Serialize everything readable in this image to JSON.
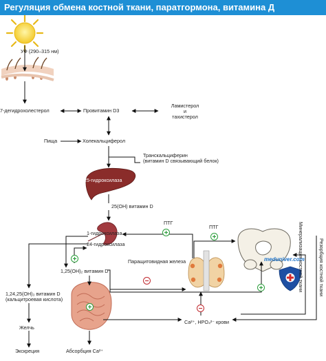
{
  "title": "Регуляция обмена костной ткани, паратгормона, витамина Д",
  "labels": {
    "uv": "УФ (290–315 нм)",
    "dehydro": "7-дегидрохолестерол",
    "provitamin": "Провитамин D3",
    "lumisterol": "Ламистерол",
    "and": "и",
    "tachysterol": "тахистерол",
    "food": "Пища",
    "cholecalciferol": "Холекальциферол",
    "transcalciferin": "Транскальциферин",
    "transcalciferin_note": "(витамин D связывающий белок)",
    "hydroxylase25": "25-гидроксилаза",
    "vitd25": "25(OH) витамин D",
    "hydroxylase1": "1-гидроксилаза",
    "hydroxylase24": "24-гидроксилаза",
    "vitd125": "1,25(OH)₂ витамин D",
    "vitd1_24_25": "1,24,25(OH)₃ витамин D",
    "calcitroic": "(кальцитроевая кислота)",
    "bile": "Желчь",
    "excretion": "Экскреция",
    "absorption": "Абсорбция Ca²⁺",
    "parathyroid": "Паращитовидная железа",
    "pth1": "ПТГ",
    "pth2": "ПТГ",
    "blood": "Ca²⁺, HPO₄²⁻ крови",
    "mineralization": "Минерализация костной ткани",
    "resorption": "Резорбция костной ткани",
    "watermark": "meduniver.com"
  },
  "signs": {
    "plus": "+",
    "minus": "−"
  },
  "colors": {
    "banner": "#1e8fd5",
    "liver": "#8a2c2a",
    "kidney": "#a13a3f",
    "sun": "#f6d743",
    "plus": "#2a9d3a",
    "minus": "#c0282e"
  }
}
